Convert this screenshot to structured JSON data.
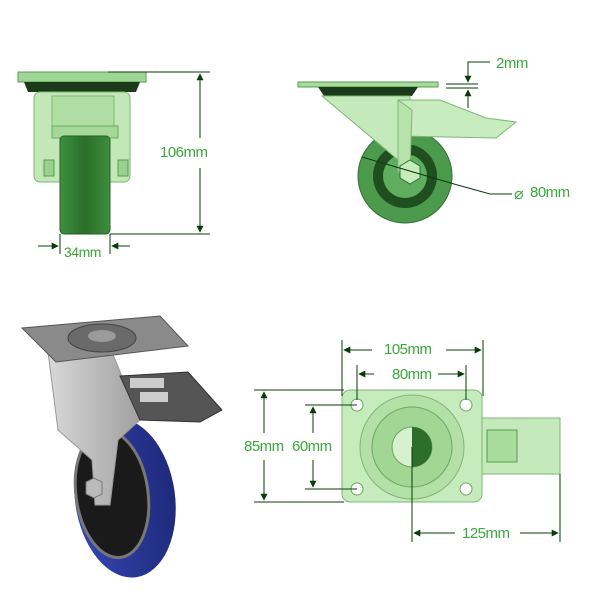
{
  "colors": {
    "dimension_text": "#3aa83a",
    "part_fill_light": "#b9e3b0",
    "part_fill_mid": "#8fcf86",
    "wheel_dark": "#2f7d2f",
    "dimension_line": "#0b3b0b",
    "wheel_blue": "#2b3a9a"
  },
  "views": {
    "front": {
      "height_label": "106mm",
      "width_label": "34mm"
    },
    "side": {
      "plate_thickness_label": "2mm",
      "wheel_diameter_label": "80mm",
      "diameter_symbol": "⌀"
    },
    "photo": {
      "description": "swivel castor with brake, blue wheel"
    },
    "top": {
      "plate_width_label": "105mm",
      "hole_spacing_x_label": "80mm",
      "plate_height_label": "85mm",
      "hole_spacing_y_label": "60mm",
      "brake_reach_label": "125mm"
    }
  }
}
